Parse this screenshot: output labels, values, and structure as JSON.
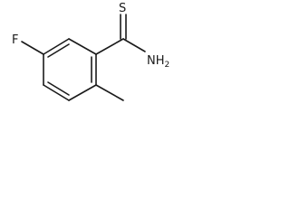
{
  "molecule": {
    "atom_labels": {
      "fluorine": "F",
      "sulfur": "S",
      "amine": "NH",
      "amine_subscript": "2"
    },
    "colors": {
      "ink": "#1a1a1a",
      "background": "#ffffff"
    }
  }
}
